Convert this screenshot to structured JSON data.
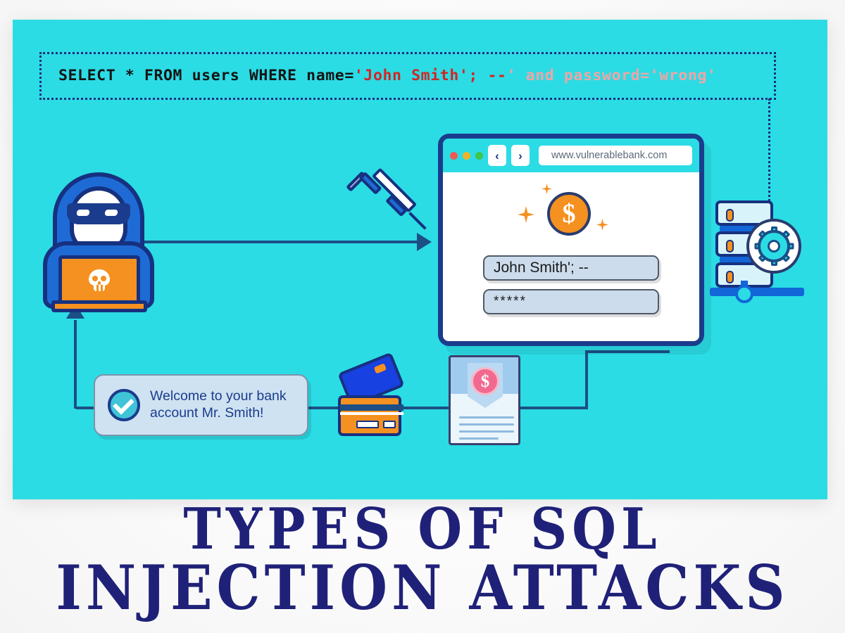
{
  "theme": {
    "background_cyan": "#2bdce5",
    "navy": "#1b3c8c",
    "deep_navy": "#1f2178",
    "orange": "#f59120",
    "red": "#d32525",
    "faded_red": "#f0a5a5",
    "line_blue": "#1b4f86",
    "pink": "#f2698f"
  },
  "sql_query": {
    "label": "sql-injection-query",
    "part_prefix": "SELECT * FROM users WHERE name=",
    "part_injected": "'John Smith'; --",
    "part_commented_out": "' and password='wrong'"
  },
  "browser": {
    "traffic_lights": [
      "red",
      "yellow",
      "green"
    ],
    "back_label": "‹",
    "forward_label": "›",
    "url": "www.vulnerablebank.com",
    "coin_symbol": "$",
    "username_value": "John Smith'; --",
    "password_value": "*****"
  },
  "actors": {
    "hacker_label": "hooded-hacker-with-laptop",
    "laptop_emblem": "skull",
    "syringe_label": "injection-syringe",
    "server_label": "database-server-with-gear"
  },
  "toast": {
    "icon": "check-circle-icon",
    "line1": "Welcome to your bank",
    "line2": "account Mr. Smith!"
  },
  "assets": {
    "cards_label": "credit-cards",
    "document_label": "bank-statement-document",
    "document_badge_symbol": "$"
  },
  "title": {
    "line1": "TYPES OF SQL",
    "line2": "INJECTION ATTACKS"
  }
}
